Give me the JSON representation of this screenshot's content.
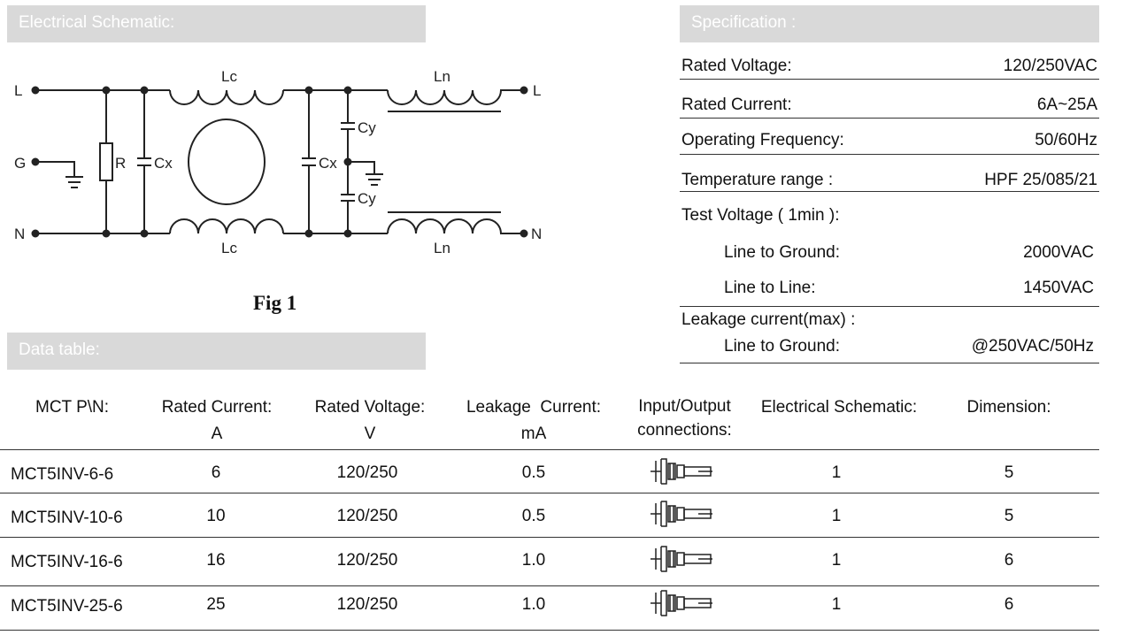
{
  "sections": {
    "schematic_title": "Electrical Schematic:",
    "specification_title": "Specification :",
    "data_table_title": "Data table:"
  },
  "schematic": {
    "fig_caption": "Fig 1",
    "labels": {
      "L_in": "L",
      "G_in": "G",
      "N_in": "N",
      "L_out": "L",
      "N_out": "N",
      "Lc_top": "Lc",
      "Lc_bottom": "Lc",
      "Ln_top": "Ln",
      "Ln_bottom": "Ln",
      "R": "R",
      "Cx1": "Cx",
      "Cx2": "Cx",
      "Cy_top": "Cy",
      "Cy_bottom": "Cy"
    }
  },
  "specification": {
    "rated_voltage": {
      "label": "Rated Voltage:",
      "value": "120/250VAC"
    },
    "rated_current": {
      "label": "Rated Current:",
      "value": "6A~25A"
    },
    "operating_frequency": {
      "label": "Operating Frequency:",
      "value": "50/60Hz"
    },
    "temperature_range": {
      "label": "Temperature range :",
      "value": "HPF 25/085/21"
    },
    "test_voltage_label": "Test Voltage ( 1min ):",
    "line_to_ground": {
      "label": "Line to Ground:",
      "value": "2000VAC"
    },
    "line_to_line": {
      "label": "Line to Line:",
      "value": "1450VAC"
    },
    "leakage_label": "Leakage current(max) :",
    "leakage_line_to_ground": {
      "label": "Line to Ground:",
      "value": "@250VAC/50Hz"
    }
  },
  "table": {
    "headers": {
      "pn": "MCT P\\N:",
      "rated_current": "Rated Current:",
      "rated_current_unit": "A",
      "rated_voltage": "Rated Voltage:",
      "rated_voltage_unit": "V",
      "leakage_current": "Leakage  Current:",
      "leakage_current_unit": "mA",
      "io_line1": "Input/Output",
      "io_line2": "connections:",
      "schematic": "Electrical Schematic:",
      "dimension": "Dimension:"
    },
    "rows": [
      {
        "pn": "MCT5INV-6-6",
        "current": "6",
        "voltage": "120/250",
        "leakage": "0.5",
        "schematic": "1",
        "dimension": "5"
      },
      {
        "pn": "MCT5INV-10-6",
        "current": "10",
        "voltage": "120/250",
        "leakage": "0.5",
        "schematic": "1",
        "dimension": "5"
      },
      {
        "pn": "MCT5INV-16-6",
        "current": "16",
        "voltage": "120/250",
        "leakage": "1.0",
        "schematic": "1",
        "dimension": "6"
      },
      {
        "pn": "MCT5INV-25-6",
        "current": "25",
        "voltage": "120/250",
        "leakage": "1.0",
        "schematic": "1",
        "dimension": "6"
      }
    ],
    "connection_icon": "terminal-connector-icon"
  },
  "colors": {
    "section_bar": "#d9d9d9",
    "section_text": "#ffffff",
    "line": "#333333"
  }
}
